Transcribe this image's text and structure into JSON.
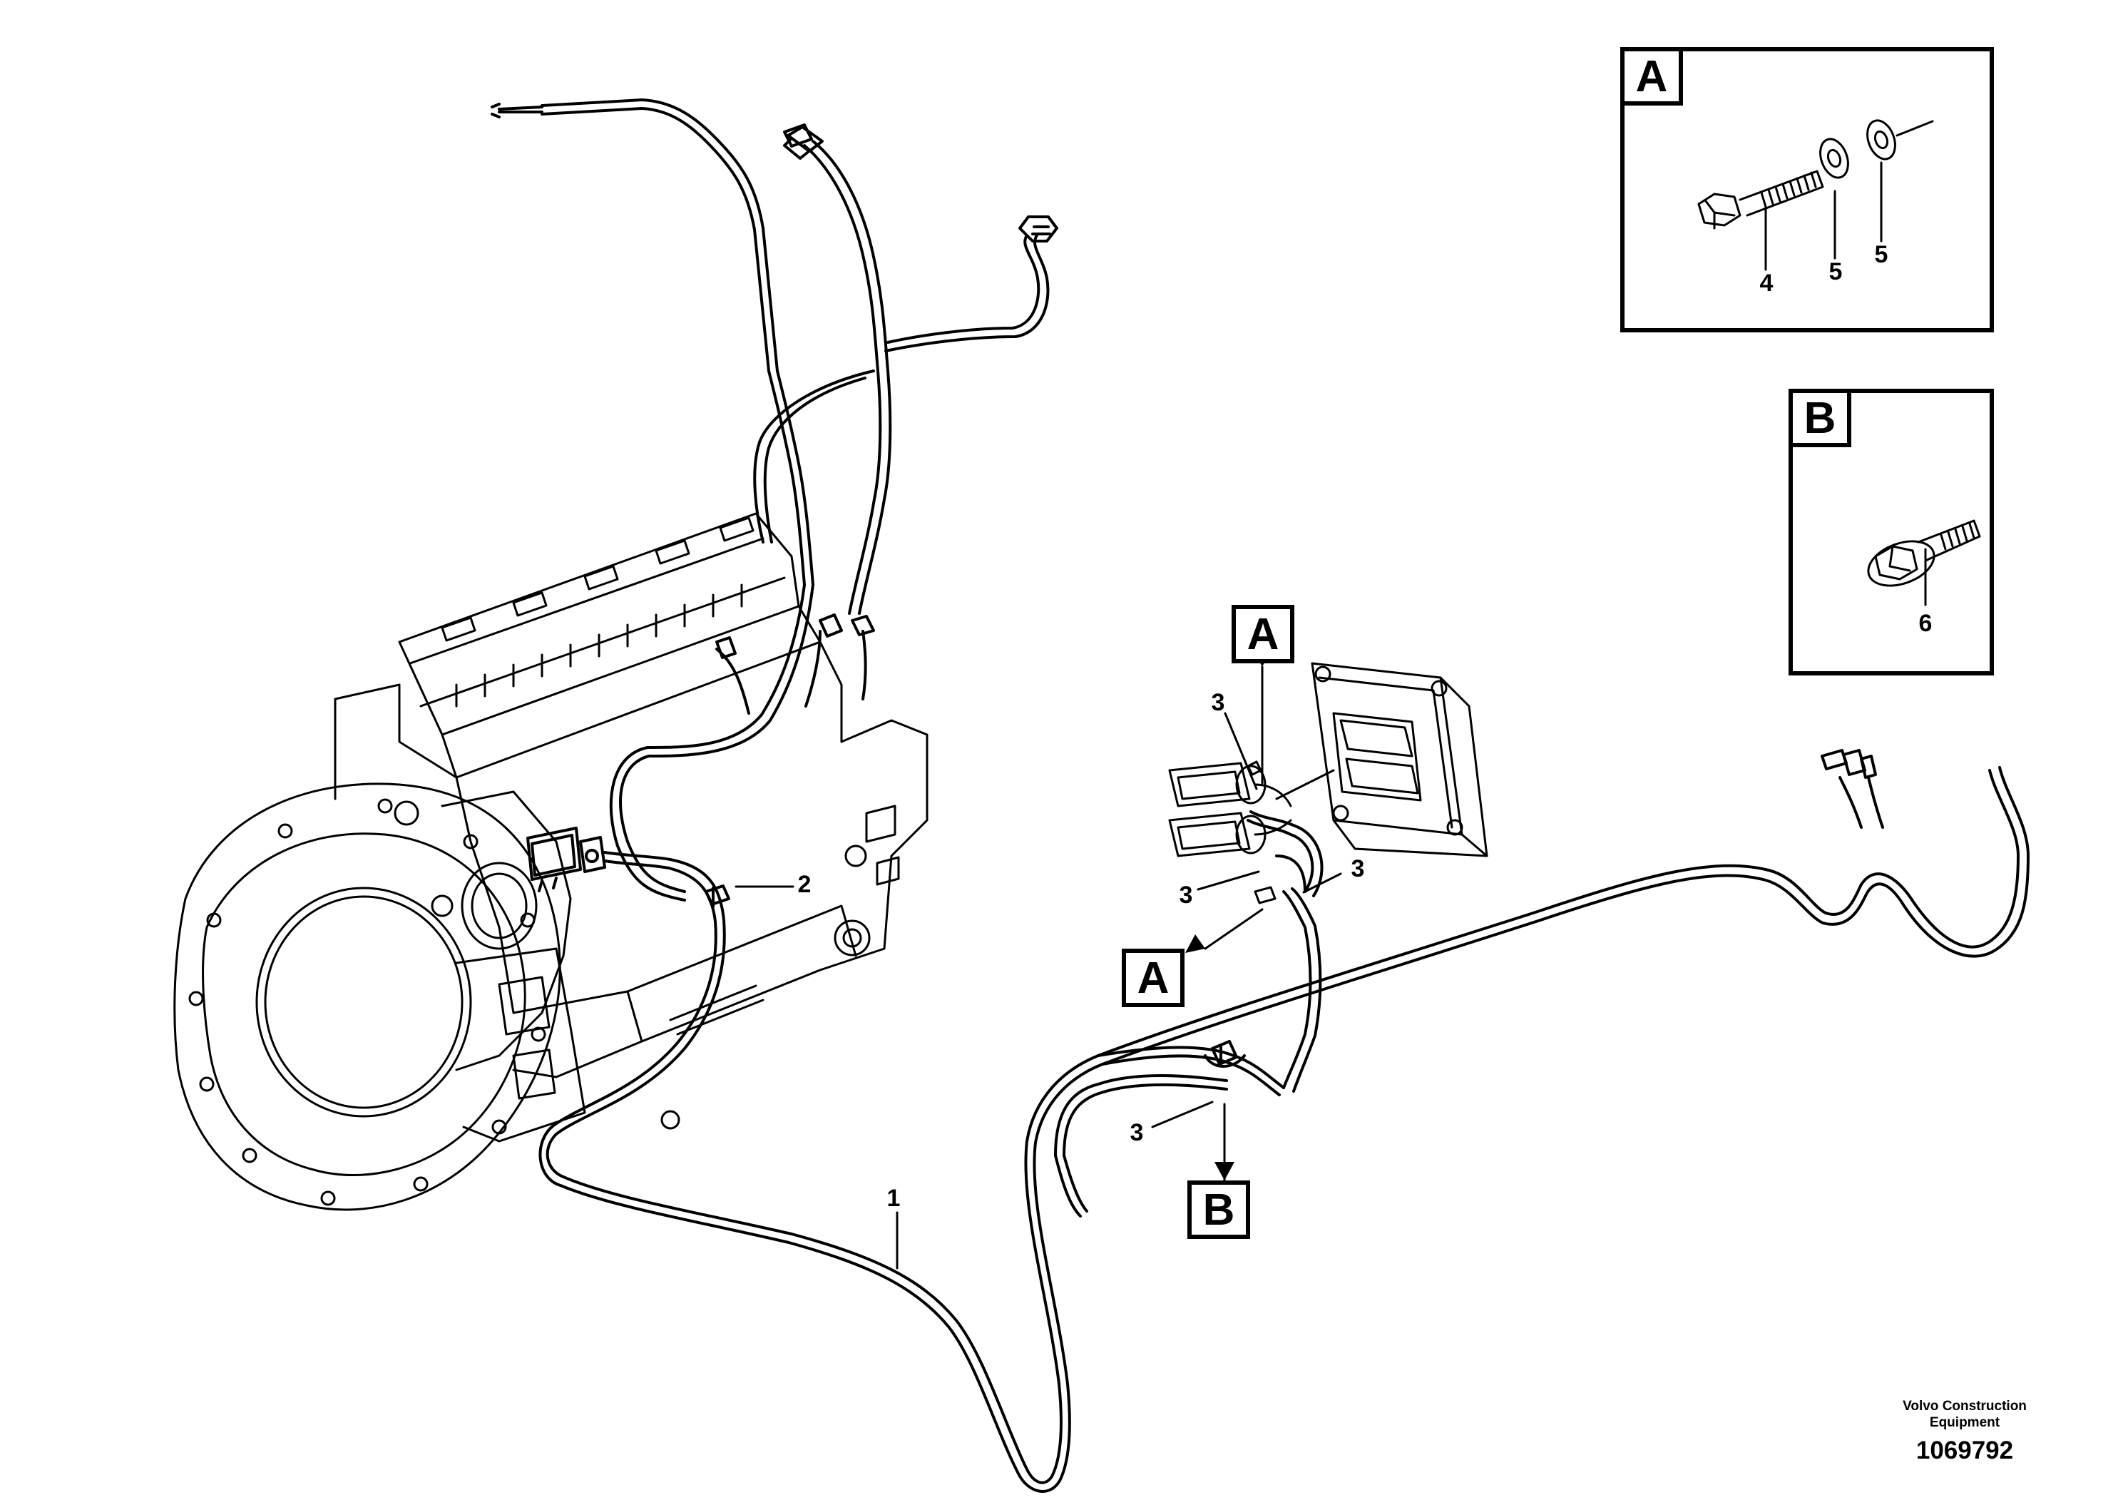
{
  "views": {
    "A": "A",
    "B": "B"
  },
  "callouts": {
    "c1": "1",
    "c2": "2",
    "c3a": "3",
    "c3b": "3",
    "c3c": "3",
    "c3d": "3",
    "c4": "4",
    "c5a": "5",
    "c5b": "5",
    "c6": "6"
  },
  "footer": {
    "company": "Volvo Construction Equipment",
    "doc_number": "1069792"
  }
}
